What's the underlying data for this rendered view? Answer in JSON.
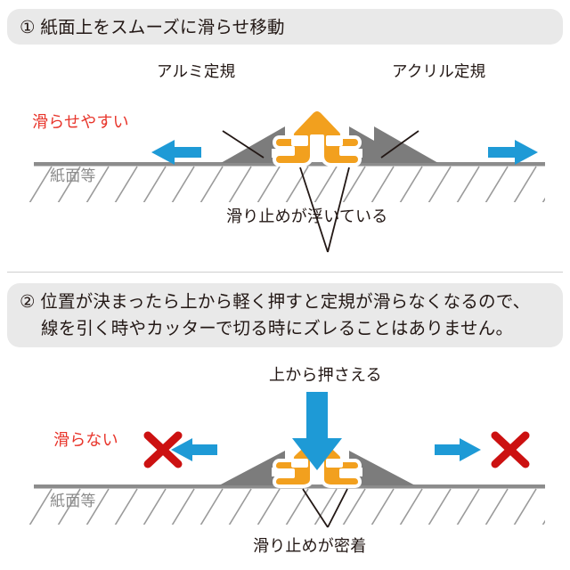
{
  "panels": [
    {
      "id": "panel-1",
      "header": "① 紙面上をスムーズに滑らせ移動",
      "labels": {
        "aluminum_ruler": "アルミ定規",
        "acrylic_ruler": "アクリル定規",
        "slide_easy": "滑らせやすい",
        "ground": "紙面等",
        "caption": "滑り止めが浮いている"
      },
      "arrows": {
        "left": "arrow-left",
        "right": "arrow-right"
      }
    },
    {
      "id": "panel-2",
      "header_line1": "② 位置が決まったら上から軽く押すと定規が滑らなくなるので、",
      "header_line2": "線を引く時やカッターで切る時にズレることはありません。",
      "labels": {
        "press_from_above": "上から押さえる",
        "no_slide": "滑らない",
        "ground": "紙面等",
        "caption": "滑り止めが密着"
      },
      "arrows": {
        "down": "arrow-down",
        "left": "arrow-left",
        "right": "arrow-right"
      },
      "marks": {
        "left": "cross-mark",
        "right": "cross-mark"
      }
    }
  ],
  "colors": {
    "orange": "#F2A01E",
    "gray": "#7C7C7C",
    "blue": "#1E9AD6",
    "red": "#CC1111",
    "red_text": "#E8352B",
    "text": "#231815",
    "header_bg": "#E9E9E9",
    "ground_gray": "#8C8C8C"
  }
}
